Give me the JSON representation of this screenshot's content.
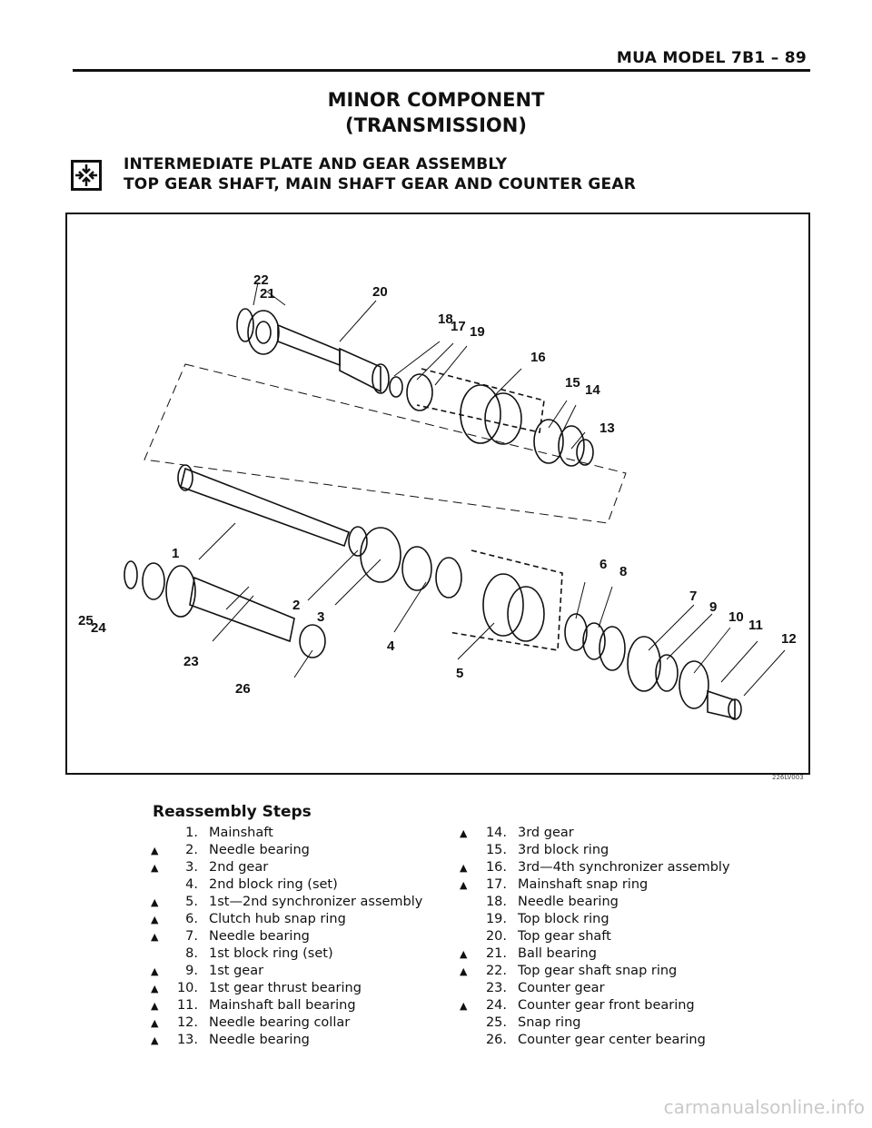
{
  "header": {
    "page_ref": "MUA MODEL 7B1 – 89"
  },
  "title": {
    "line1": "MINOR COMPONENT",
    "line2": "(TRANSMISSION)"
  },
  "section": {
    "icon": "disassembly-arrows-icon",
    "line1": "INTERMEDIATE PLATE AND GEAR ASSEMBLY",
    "line2": "TOP GEAR SHAFT, MAIN SHAFT GEAR AND COUNTER GEAR"
  },
  "figure": {
    "code": "226LV003",
    "callouts": [
      "1",
      "2",
      "3",
      "4",
      "5",
      "6",
      "7",
      "8",
      "9",
      "10",
      "11",
      "12",
      "13",
      "14",
      "15",
      "16",
      "17",
      "18",
      "19",
      "20",
      "21",
      "22",
      "23",
      "24",
      "25",
      "26"
    ]
  },
  "steps": {
    "title": "Reassembly Steps",
    "left": [
      {
        "mark": "",
        "num": "1.",
        "text": "Mainshaft"
      },
      {
        "mark": "▲",
        "num": "2.",
        "text": "Needle bearing"
      },
      {
        "mark": "▲",
        "num": "3.",
        "text": "2nd gear"
      },
      {
        "mark": "",
        "num": "4.",
        "text": "2nd block ring (set)"
      },
      {
        "mark": "▲",
        "num": "5.",
        "text": "1st—2nd synchronizer assembly"
      },
      {
        "mark": "▲",
        "num": "6.",
        "text": "Clutch hub snap ring"
      },
      {
        "mark": "▲",
        "num": "7.",
        "text": "Needle bearing"
      },
      {
        "mark": "",
        "num": "8.",
        "text": "1st block ring (set)"
      },
      {
        "mark": "▲",
        "num": "9.",
        "text": "1st gear"
      },
      {
        "mark": "▲",
        "num": "10.",
        "text": "1st gear thrust bearing"
      },
      {
        "mark": "▲",
        "num": "11.",
        "text": "Mainshaft ball bearing"
      },
      {
        "mark": "▲",
        "num": "12.",
        "text": "Needle bearing collar"
      },
      {
        "mark": "▲",
        "num": "13.",
        "text": "Needle bearing"
      }
    ],
    "right": [
      {
        "mark": "▲",
        "num": "14.",
        "text": "3rd gear"
      },
      {
        "mark": "",
        "num": "15.",
        "text": "3rd block ring"
      },
      {
        "mark": "▲",
        "num": "16.",
        "text": "3rd—4th synchronizer assembly"
      },
      {
        "mark": "▲",
        "num": "17.",
        "text": "Mainshaft snap ring"
      },
      {
        "mark": "",
        "num": "18.",
        "text": "Needle bearing"
      },
      {
        "mark": "",
        "num": "19.",
        "text": "Top block ring"
      },
      {
        "mark": "",
        "num": "20.",
        "text": "Top gear shaft"
      },
      {
        "mark": "▲",
        "num": "21.",
        "text": "Ball bearing"
      },
      {
        "mark": "▲",
        "num": "22.",
        "text": "Top gear shaft snap ring"
      },
      {
        "mark": "",
        "num": "23.",
        "text": "Counter gear"
      },
      {
        "mark": "▲",
        "num": "24.",
        "text": "Counter gear front bearing"
      },
      {
        "mark": "",
        "num": "25.",
        "text": "Snap ring"
      },
      {
        "mark": "",
        "num": "26.",
        "text": "Counter gear center bearing"
      }
    ]
  },
  "watermark": "carmanualsonline.info"
}
